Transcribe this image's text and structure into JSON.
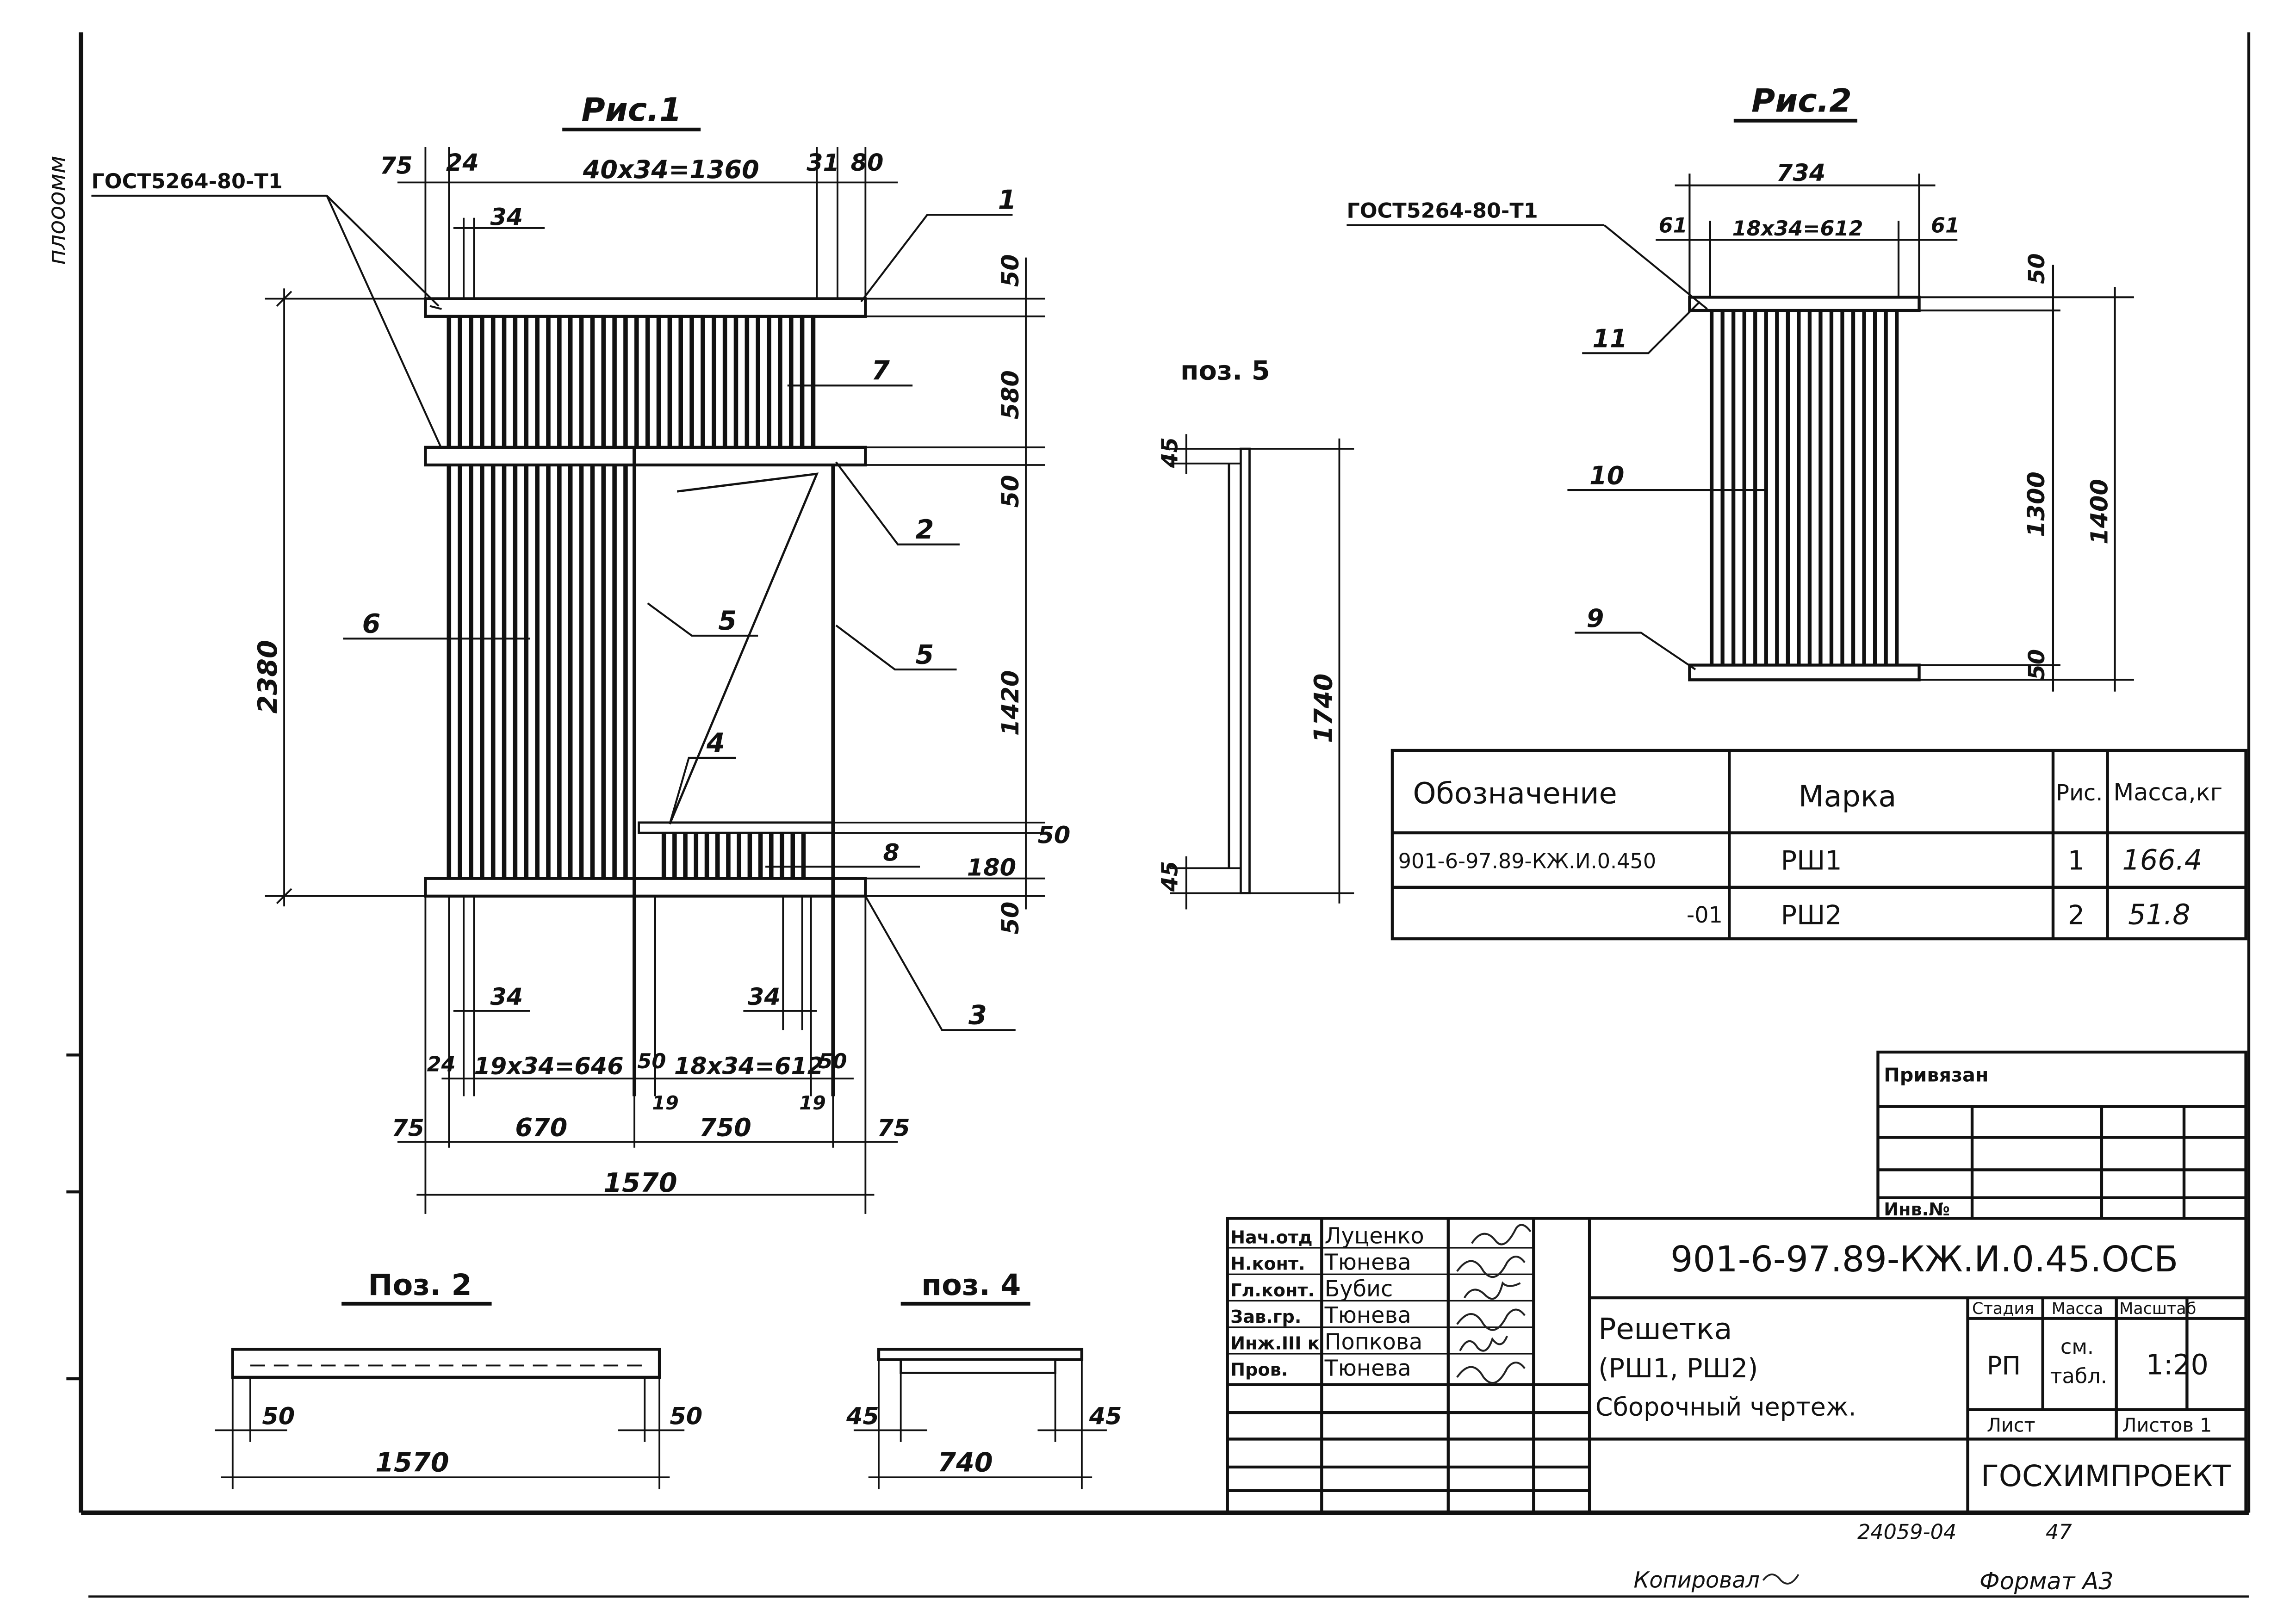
{
  "stamps": {
    "corner_left": "плооомм"
  },
  "fig1": {
    "title": "Рис.1",
    "gost": "ГОСТ5264-80-Т1",
    "dims": {
      "d75a": "75",
      "d24a": "24",
      "spacing_top": "40x34=1360",
      "d31": "31",
      "d80": "80",
      "d34top": "34",
      "d2380": "2380",
      "d50_1": "50",
      "d580": "580",
      "d50_2": "50",
      "d1420": "1420",
      "d50_3": "50",
      "d180": "180",
      "d50_4": "50",
      "d34b1": "34",
      "d34b2": "34",
      "d24b": "24",
      "spacing_b1": "19x34=646",
      "d50b1": "50",
      "spacing_b2": "18x34=612",
      "d50b2": "50",
      "d19a": "19",
      "d19b": "19",
      "d75b": "75",
      "d670": "670",
      "d750": "750",
      "d75c": "75",
      "d1570": "1570"
    },
    "callouts": {
      "c1": "1",
      "c7": "7",
      "c2": "2",
      "c6": "6",
      "c5a": "5",
      "c5b": "5",
      "c4": "4",
      "c8": "8",
      "c3": "3"
    }
  },
  "poz5": {
    "title": "поз. 5",
    "d45a": "45",
    "d45b": "45",
    "d1740": "1740"
  },
  "fig2": {
    "title": "Рис.2",
    "gost": "ГОСТ5264-80-Т1",
    "dims": {
      "d734": "734",
      "d61a": "61",
      "spacing": "18x34=612",
      "d61b": "61",
      "d50a": "50",
      "d1300": "1300",
      "d1400": "1400",
      "d50b": "50"
    },
    "callouts": {
      "c11": "11",
      "c10": "10",
      "c9": "9"
    }
  },
  "spec_table": {
    "headers": [
      "Обозначение",
      "Марка",
      "Рис.",
      "Масса,кг"
    ],
    "rows": [
      [
        "901-6-97.89-КЖ.И.0.450",
        "РШ1",
        "1",
        "166.4"
      ],
      [
        "-01",
        "РШ2",
        "2",
        "51.8"
      ]
    ]
  },
  "poz2": {
    "title": "Поз. 2",
    "d50a": "50",
    "d50b": "50",
    "d1570": "1570"
  },
  "poz4": {
    "title": "поз. 4",
    "d45a": "45",
    "d45b": "45",
    "d740": "740"
  },
  "title_block": {
    "privyazan": "Привязан",
    "inv": "Инв.№",
    "roles": [
      "Нач.отд",
      "Н.конт.",
      "Гл.конт.",
      "Зав.гр.",
      "Инж.III к",
      "Пров."
    ],
    "names": [
      "Луценко",
      "Тюнева",
      "Бубис",
      "Тюнева",
      "Попкова",
      "Тюнева"
    ],
    "doc_code": "901-6-97.89-КЖ.И.0.45.ОСБ",
    "name_line1": "Решетка",
    "name_line2": "(РШ1, РШ2)",
    "name_line3": "Сборочный чертеж.",
    "stage_label": "Стадия",
    "mass_label": "Масса",
    "scale_label": "Масштаб",
    "stage": "РП",
    "mass_l1": "см.",
    "mass_l2": "табл.",
    "scale": "1:20",
    "sheet_label": "Лист",
    "sheets_label": "Листов 1",
    "org": "ГОСХИМПРОЕКТ",
    "archive": "24059-04",
    "archive_page": "47"
  },
  "footer": {
    "copied": "Копировал",
    "format": "Формат А3"
  }
}
